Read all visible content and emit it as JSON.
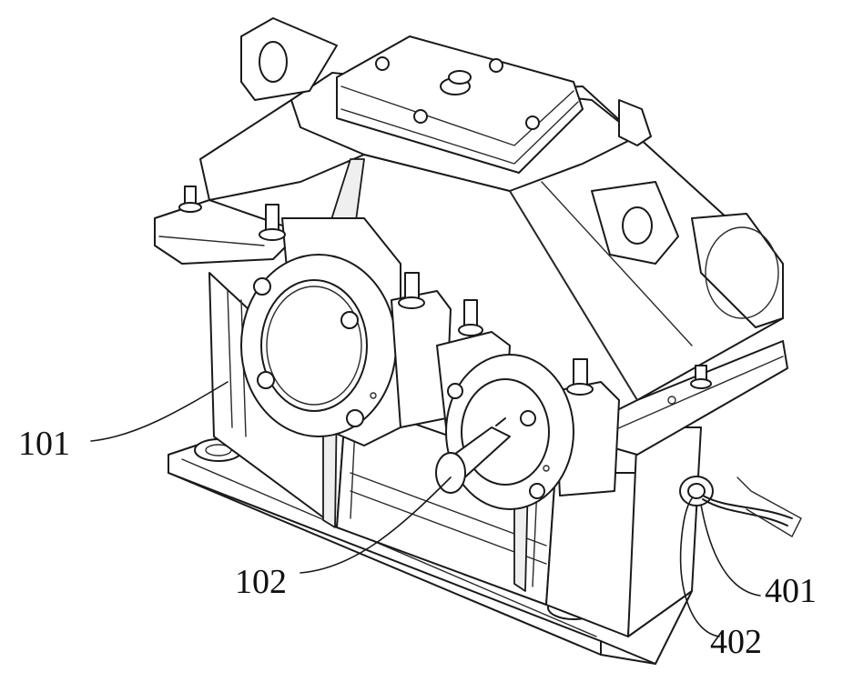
{
  "labels": {
    "casing": "101",
    "output_shaft": "102",
    "sensor": "401",
    "cable_gland": "402"
  },
  "colors": {
    "ink": "#1a1a1a",
    "paper": "#ffffff"
  }
}
